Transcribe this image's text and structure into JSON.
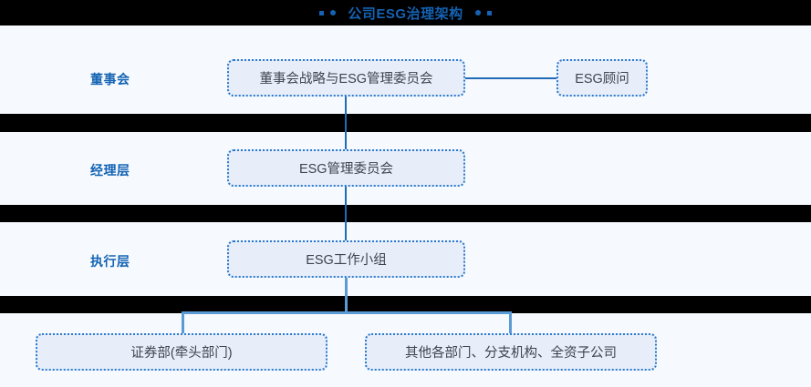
{
  "title": {
    "text": "公司ESG治理架构",
    "color": "#1463b4",
    "banner_color": "#000000",
    "left_decor": [
      "square-marker",
      "circle-marker"
    ],
    "right_decor": [
      "circle-marker",
      "square-marker"
    ]
  },
  "canvas": {
    "background": "#f6fafe",
    "divider_color": "#000000"
  },
  "layers": [
    {
      "id": "board",
      "label": "董事会"
    },
    {
      "id": "manager",
      "label": "经理层"
    },
    {
      "id": "exec",
      "label": "执行层"
    }
  ],
  "nodes": {
    "board_committee": {
      "label": "董事会战略与ESG管理委员会"
    },
    "advisor": {
      "label": "ESG顾问"
    },
    "esg_committee": {
      "label": "ESG管理委员会"
    },
    "esg_workgroup": {
      "label": "ESG工作小组"
    },
    "dept_lead": {
      "label": "证券部(牵头部门)"
    },
    "dept_other": {
      "label": "其他各部门、分支机构、全资子公司"
    }
  },
  "style": {
    "node_fill": "#e7eefa",
    "node_border": "#2a79cf",
    "node_text": "#3c4450",
    "connector": "#5b9bd5",
    "connector_dark": "#1f6bb8"
  }
}
